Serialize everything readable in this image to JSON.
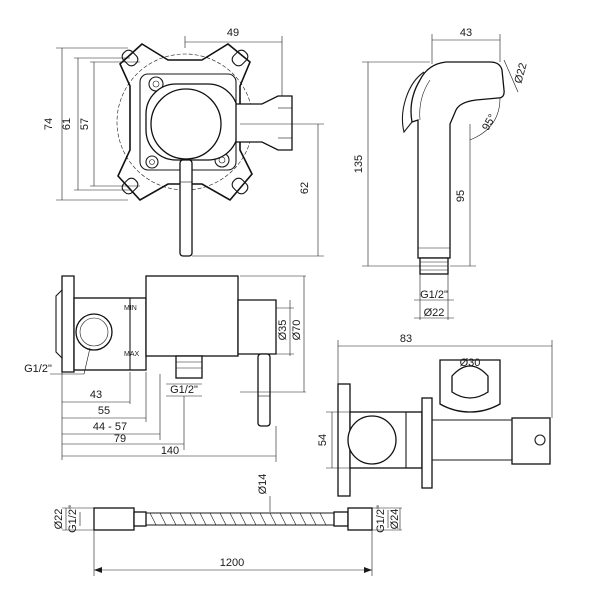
{
  "dimensions": {
    "top_width": "49",
    "height_74": "74",
    "height_61": "61",
    "height_57": "57",
    "drop_62": "62",
    "spray_width": "43",
    "spray_diam": "Ø22",
    "spray_angle": "95°",
    "spray_total": "135",
    "spray_handle": "95",
    "spray_thread": "G1/2\"",
    "spray_base_diam": "Ø22",
    "valve_thread_left": "G1/2\"",
    "valve_thread_bottom": "G1/2\"",
    "min_label": "MIN",
    "max_label": "MAX",
    "valve_d35": "Ø35",
    "valve_d70": "Ø70",
    "len_43": "43",
    "len_55": "55",
    "len_44_57": "44 - 57",
    "len_79": "79",
    "len_140": "140",
    "holder_83": "83",
    "holder_d30": "Ø30",
    "holder_54": "54",
    "hose_d14": "Ø14",
    "hose_left_d22": "Ø22",
    "hose_left_thread": "G1/2\"",
    "hose_right_thread": "G1/2\"",
    "hose_right_d24": "Ø24",
    "hose_length": "1200"
  }
}
